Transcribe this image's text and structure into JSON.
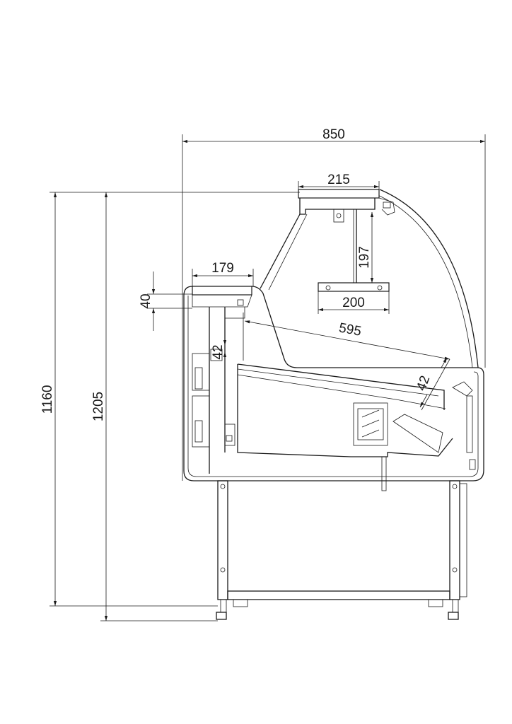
{
  "dimensions": {
    "total_depth": "850",
    "top_shelf_width": "215",
    "top_shelf_drop": "197",
    "hanging_shelf_width": "200",
    "counter_width": "179",
    "counter_height": "40",
    "inner_height": "42",
    "display_depth": "595",
    "display_rise": "42",
    "height_short": "1160",
    "height_total": "1205"
  }
}
